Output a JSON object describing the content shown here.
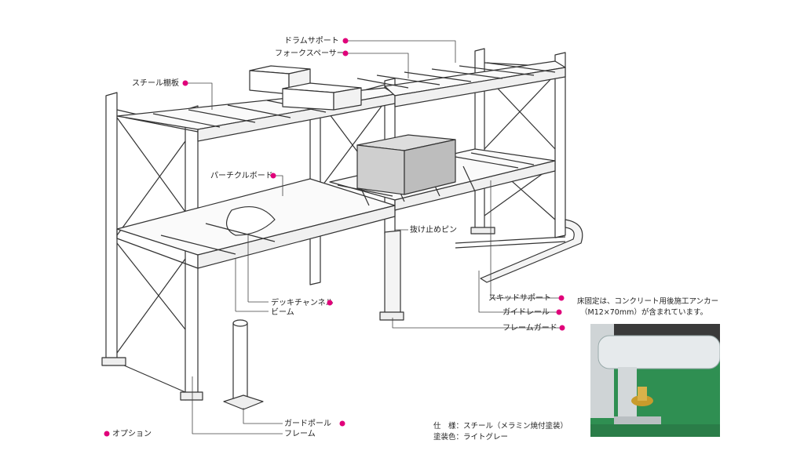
{
  "labels": {
    "drum_support": "ドラムサポート",
    "fork_spacer": "フォークスペーサー",
    "steel_shelf": "スチール棚板",
    "particle_board": "パーチクルボード",
    "pull_out_pin": "抜け止めピン",
    "deck_channel": "デッキチャンネル",
    "beam": "ビーム",
    "skid_support": "スキッドサポート",
    "guide_rail": "ガイドレール",
    "frame_guard": "フレームガード",
    "guard_pole": "ガードポール",
    "frame": "フレーム",
    "option_legend": "オプション"
  },
  "caption": {
    "line1": "床固定は、コンクリート用後施工アンカー",
    "line2": "（M12×70mm）が含まれています。"
  },
  "spec": {
    "line1": "仕　様：スチール（メラミン焼付塗装）",
    "line2": "塗装色：ライトグレー"
  },
  "colors": {
    "option_marker": "#e0007a",
    "line": "#333333",
    "floor": "#2f8f52"
  }
}
